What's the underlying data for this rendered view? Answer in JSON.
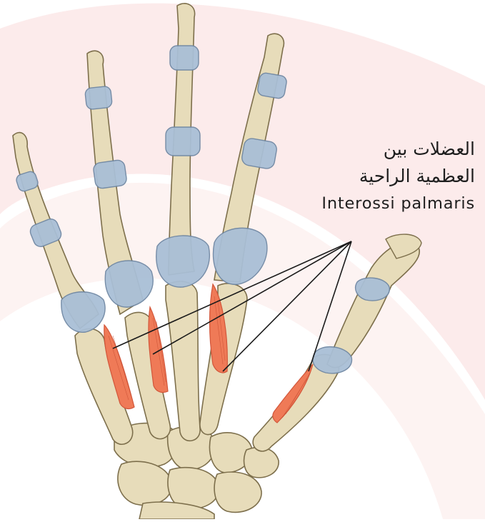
{
  "label": {
    "arabic_line1": "العضلات بين",
    "arabic_line2": "العظمية الراحية",
    "latin": "Interossi palmaris"
  },
  "colors": {
    "bone": "#e7dcba",
    "bone_shade": "#c9b98a",
    "bone_outline": "#7d6f4c",
    "joint_capsule": "#a9bfd6",
    "joint_outline": "#6f87a3",
    "muscle": "#ef7a57",
    "muscle_dark": "#d2563a",
    "background_arc": "#fbe9e9",
    "leader_line": "#1b1b1b"
  },
  "figure": {
    "subject": "palmar view of hand skeleton with palmar interossei muscles",
    "muscle_count": 4
  }
}
